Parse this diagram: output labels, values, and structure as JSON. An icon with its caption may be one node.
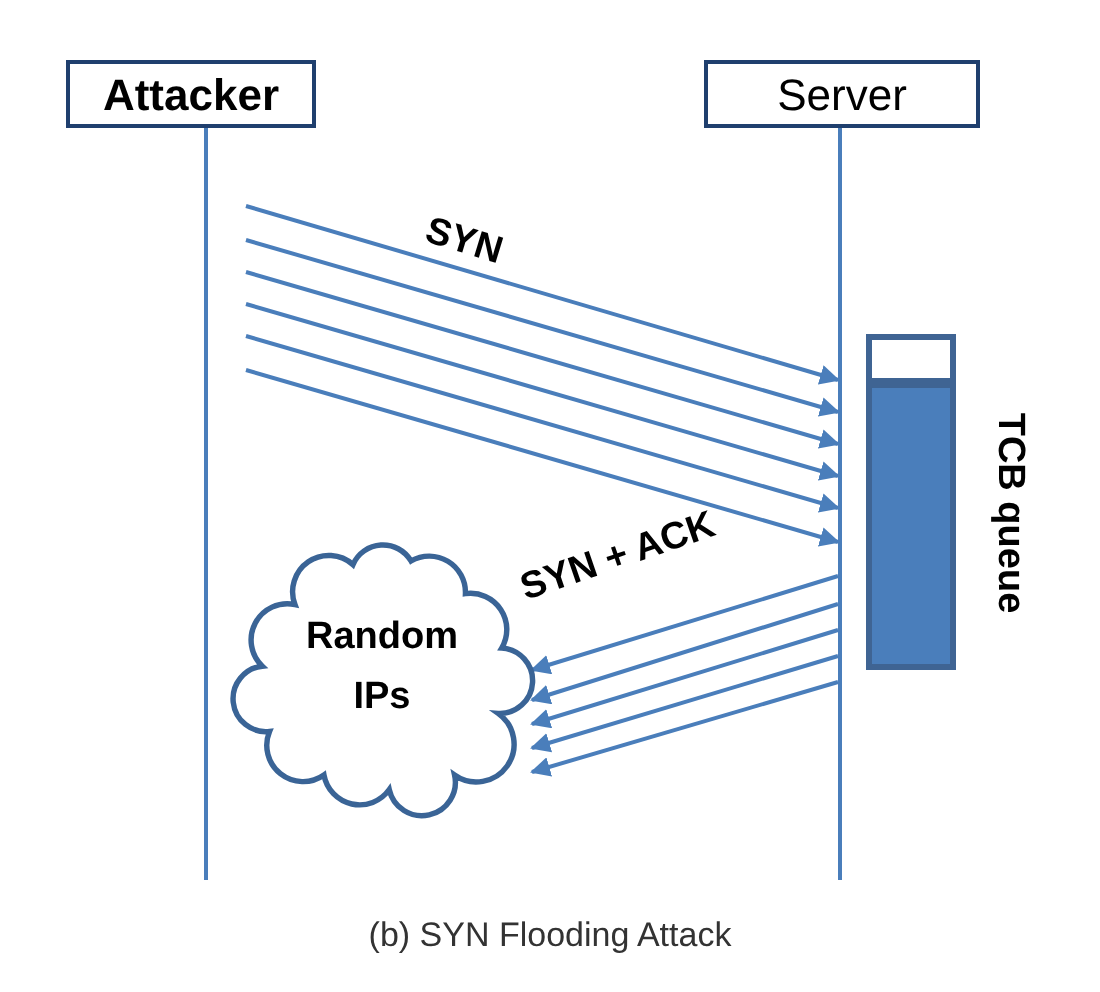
{
  "diagram": {
    "caption": "(b) SYN Flooding Attack",
    "nodes": [
      {
        "text": [
          "Attacker"
        ]
      },
      {
        "text": [
          "Server"
        ]
      },
      {
        "text": [
          "Random IPs"
        ]
      },
      {
        "text": [],
        "shape": "bar",
        "beside": [
          "TCB queue"
        ]
      },
      {
        "text": [],
        "shape": "line"
      },
      {
        "text": [],
        "shape": "line"
      }
    ],
    "edges": [
      {
        "from": null,
        "to": 5,
        "arrow": "to",
        "label": "SYN"
      },
      {
        "from": null,
        "to": 5,
        "arrow": "to"
      },
      {
        "from": null,
        "to": 5,
        "arrow": "to"
      },
      {
        "from": null,
        "to": 5,
        "arrow": "to"
      },
      {
        "from": null,
        "to": 5,
        "arrow": "to"
      },
      {
        "from": null,
        "to": 5,
        "arrow": "to"
      },
      {
        "from": 5,
        "to": 2,
        "arrow": "to",
        "label": "SYN + ACK"
      },
      {
        "from": 5,
        "to": 2,
        "arrow": "to"
      },
      {
        "from": 5,
        "to": 2,
        "arrow": "to"
      },
      {
        "from": 5,
        "to": 2,
        "arrow": "to"
      },
      {
        "from": 5,
        "to": 2,
        "arrow": "to"
      }
    ]
  }
}
